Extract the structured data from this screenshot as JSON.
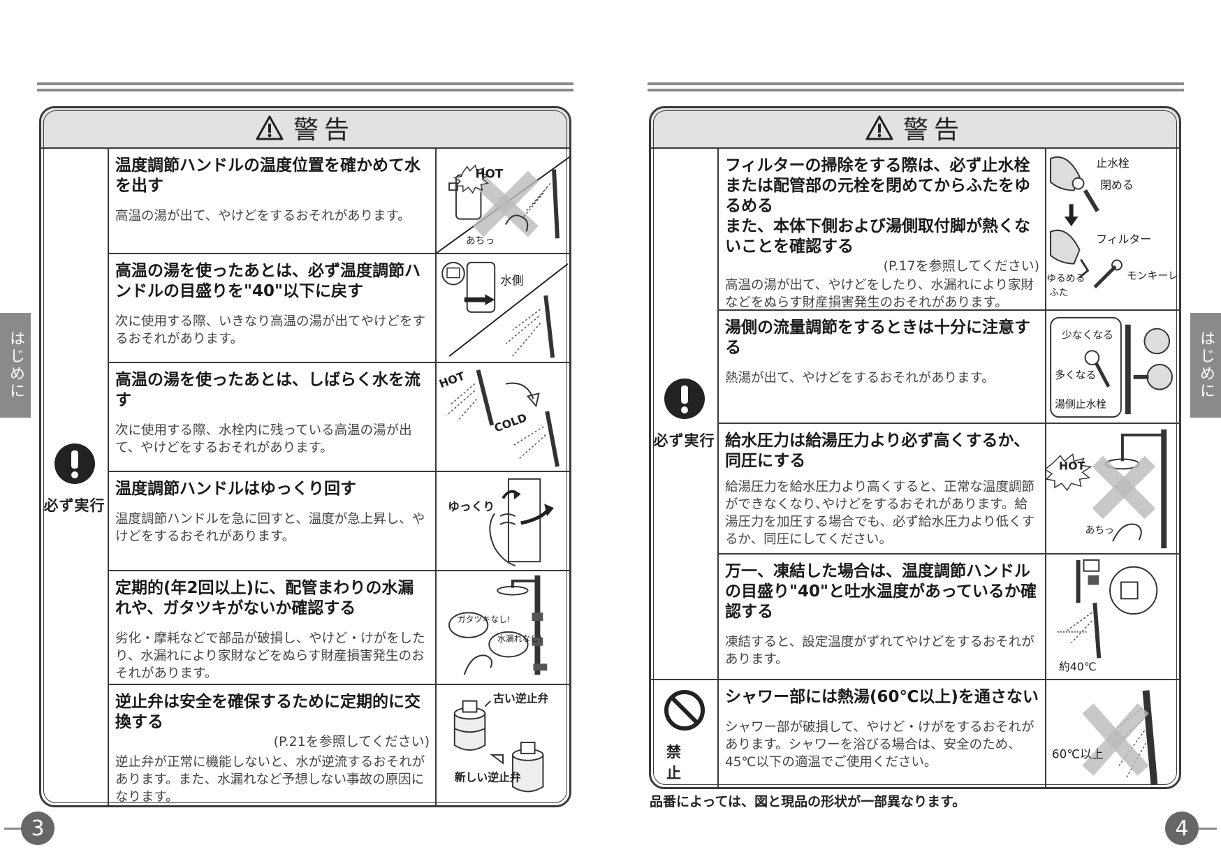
{
  "left_page": {
    "header": "警告",
    "category": "必ず実行",
    "items": [
      {
        "title": "温度調節ハンドルの温度位置を確かめて水を出す",
        "body": "高温の湯が出て、やけどをするおそれがあります。",
        "labels": [
          "HOT",
          "あちっ"
        ]
      },
      {
        "title": "高温の湯を使ったあとは、必ず温度調節ハンドルの目盛りを\"40\"以下に戻す",
        "body": "次に使用する際、いきなり高温の湯が出てやけどをするおそれがあります。",
        "labels": [
          "水側"
        ]
      },
      {
        "title": "高温の湯を使ったあとは、しばらく水を流す",
        "body": "次に使用する際、水栓内に残っている高温の湯が出て、やけどをするおそれがあります。",
        "labels": [
          "HOT",
          "COLD"
        ]
      },
      {
        "title": "温度調節ハンドルはゆっくり回す",
        "body": "温度調節ハンドルを急に回すと、温度が急上昇し、やけどをするおそれがあります。",
        "labels": [
          "ゆっくり"
        ]
      },
      {
        "title": "定期的(年2回以上)に、配管まわりの水漏れや、ガタツキがないか確認する",
        "body": "劣化・摩耗などで部品が破損し、やけど・けがをしたり、水漏れにより家財などをぬらす財産損害発生のおそれがあります。",
        "labels": [
          "ガタツキなし!",
          "水漏れなし!"
        ]
      },
      {
        "title": "逆止弁は安全を確保するために定期的に交換する",
        "ref": "(P.21を参照してください)",
        "body": "逆止弁が正常に機能しないと、水が逆流するおそれがあります。また、水漏れなど予想しない事故の原因になります。",
        "labels": [
          "古い逆止弁",
          "新しい逆止弁"
        ]
      }
    ],
    "side_tab": "はじめに",
    "page_number": "3"
  },
  "right_page": {
    "header": "警告",
    "category_must": "必ず実行",
    "category_prohibit": "禁止",
    "items": [
      {
        "title": "フィルターの掃除をする際は、必ず止水栓または配管部の元栓を閉めてからふたをゆるめる\nまた、本体下側および湯側取付脚が熱くないことを確認する",
        "ref": "(P.17を参照してください)",
        "body": "高温の湯が出て、やけどをしたり、水漏れにより家財などをぬらす財産損害発生のおそれがあります。",
        "labels": [
          "止水栓",
          "閉める",
          "フィルター",
          "ゆるめる",
          "ふた",
          "モンキーレンチ"
        ]
      },
      {
        "title": "湯側の流量調節をするときは十分に注意する",
        "body": "熱湯が出て、やけどをするおそれがあります。",
        "labels": [
          "少なくなる",
          "多くなる",
          "湯側止水栓"
        ]
      },
      {
        "title": "給水圧力は給湯圧力より必ず高くするか、同圧にする",
        "body": "給湯圧力を給水圧力より高くすると、正常な温度調節ができなくなり､やけどをするおそれがあります。給湯圧力を加圧する場合でも、必ず給水圧力より低くするか、同圧にしてください。",
        "labels": [
          "HOT",
          "あちっ"
        ]
      },
      {
        "title": "万一、凍結した場合は、温度調節ハンドルの目盛り\"40\"と吐水温度があっているか確認する",
        "body": "凍結すると、設定温度がずれてやけどをするおそれがあります。",
        "labels": [
          "約40℃"
        ]
      },
      {
        "title": "シャワー部には熱湯(60℃以上)を通さない",
        "body": "シャワー部が破損して、やけど・けがをするおそれがあります。シャワーを浴びる場合は、安全のため、45℃以下の適温でご使用ください。",
        "labels": [
          "60℃以上"
        ]
      }
    ],
    "footnote": "品番によっては、図と現品の形状が一部異なります。",
    "side_tab": "はじめに",
    "page_number": "4"
  }
}
